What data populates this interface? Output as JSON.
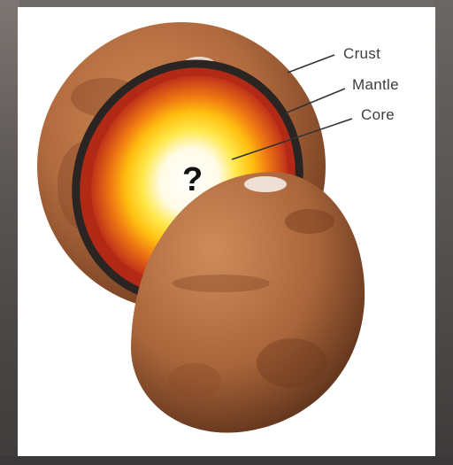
{
  "labels": {
    "crust": "Crust",
    "mantle": "Mantle",
    "core": "Core"
  },
  "core_marker": "?",
  "colors": {
    "mars_surface": "#b06a3e",
    "mars_dark": "#6e3a1e",
    "crust_edge": "#2a2522",
    "mantle": "#c0321a",
    "core_center": "#ffffff",
    "core_glow": "#ffd21a",
    "label_text": "#3d3d3d",
    "leader_line": "#333333"
  }
}
